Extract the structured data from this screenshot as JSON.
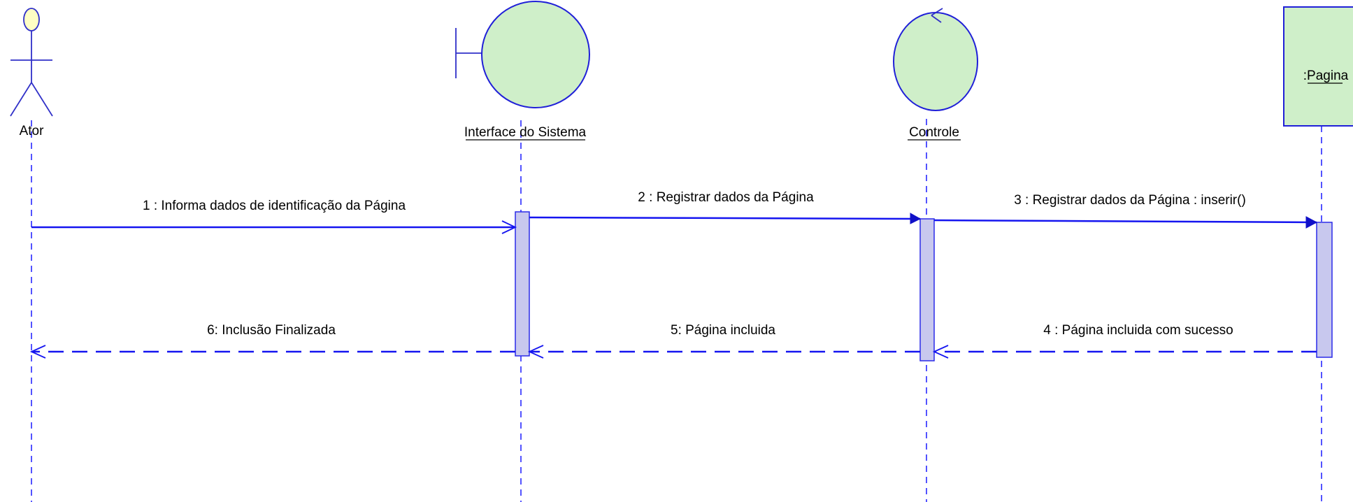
{
  "participants": {
    "actor": {
      "label": "Ator"
    },
    "interface": {
      "label": "Interface do Sistema"
    },
    "control": {
      "label": "Controle"
    },
    "entity": {
      "label": ":Pagina"
    }
  },
  "messages": {
    "m1": {
      "label": "1 : Informa dados de identificação da Página"
    },
    "m2": {
      "label": "2 : Registrar dados da Página"
    },
    "m3": {
      "label": "3 : Registrar dados da Página : inserir()"
    },
    "m4": {
      "label": "4 : Página incluida com sucesso"
    },
    "m5": {
      "label": "5: Página incluida"
    },
    "m6": {
      "label": "6: Inclusão Finalizada"
    }
  },
  "colors": {
    "line": "#1515f0",
    "activation_fill": "#c8c8ee",
    "participant_fill": "#cfefc9",
    "actor_head_fill": "#ffffc4"
  }
}
